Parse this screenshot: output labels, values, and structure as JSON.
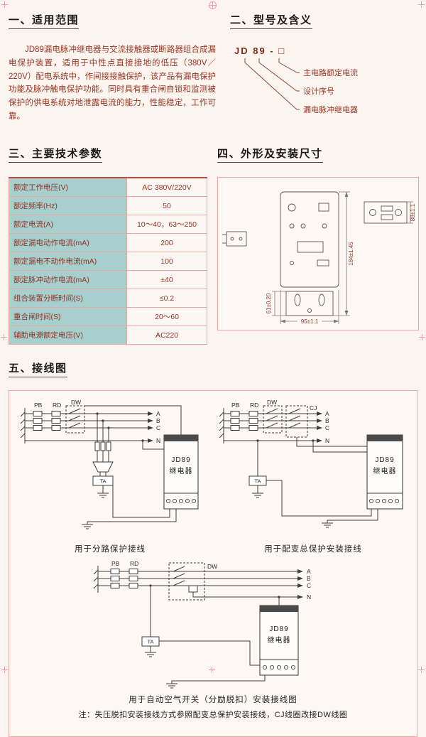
{
  "section1": {
    "heading": "一、适用范围",
    "body": "JD89漏电脉冲继电器与交流接触器或断路器组合成漏电保护装置，适用于中性点直接接地的低压（380V／220V）配电系统中，作间接接触保护，该产品有漏电保护功能及脉冲触电保护功能。同时具有重合闸自锁和监测被保护的供电系统对地泄露电流的能力，性能稳定，工作可靠。"
  },
  "section2": {
    "heading": "二、型号及含义",
    "model": "JD 89 - □",
    "labels": [
      "主电路额定电流",
      "设计序号",
      "漏电脉冲继电器"
    ]
  },
  "section3": {
    "heading": "三、主要技术参数",
    "rows": [
      {
        "param": "额定工作电压(V)",
        "value": "AC 380V/220V"
      },
      {
        "param": "额定频率(Hz)",
        "value": "50"
      },
      {
        "param": "额定电流(A)",
        "value": "10～40，63～250"
      },
      {
        "param": "额定漏电动作电流(mA)",
        "value": "200"
      },
      {
        "param": "额定漏电不动作电流(mA)",
        "value": "100"
      },
      {
        "param": "额定脉冲动作电流(mA)",
        "value": "±40"
      },
      {
        "param": "组合装置分断时间(S)",
        "value": "≤0.2"
      },
      {
        "param": "重合闸时间(S)",
        "value": "20～60"
      },
      {
        "param": "辅助电源额定电压(V)",
        "value": "AC220"
      }
    ]
  },
  "section4": {
    "heading": "四、外形及安装尺寸",
    "dims": {
      "height": "184±1.45",
      "width": "95±1.1",
      "cutout": "61±0.20",
      "depth": "88±1.1"
    }
  },
  "section5": {
    "heading": "五、接线图",
    "shared": {
      "pb": "PB",
      "rd": "RD",
      "dw": "DW",
      "cj": "CJ",
      "ta": "TA",
      "a": "A",
      "b": "B",
      "c": "C",
      "n": "N",
      "relay_model": "JD89",
      "relay_name": "继电器"
    },
    "diagram1": {
      "caption": "用于分路保护接线"
    },
    "diagram2": {
      "caption": "用于配变总保护安装接线"
    },
    "diagram3": {
      "caption": "用于自动空气开关（分励脱扣）安装接线图"
    },
    "note": "注：失压脱扣安装接线方式参照配变总保护安装接线，CJ线圈改接DW线圈"
  }
}
